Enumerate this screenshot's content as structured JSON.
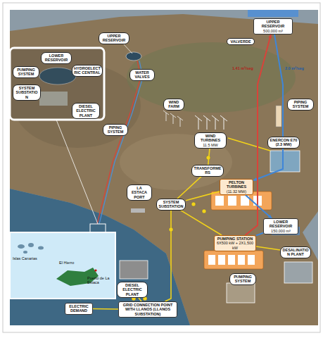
{
  "diagram": {
    "nodes": [
      {
        "text": [
          "UPPER RESERVOIR"
        ]
      },
      {
        "text": [
          "VALVERDE"
        ]
      },
      {
        "text": [
          "LOWER RESERVOIR"
        ]
      },
      {
        "text": [
          "PUMPING SYSTEM"
        ]
      },
      {
        "text": [
          "HYDROELECTRIC CENTRAL"
        ]
      },
      {
        "text": [
          "SYSTEM SUBSTATION"
        ]
      },
      {
        "text": [
          "DIESEL ELECTRIC PLANT"
        ]
      },
      {
        "text": [
          "WATER VALVES"
        ]
      },
      {
        "text": [
          "WIND FARM"
        ]
      },
      {
        "text": [
          "UPPER RESERVOIR",
          "500,000 m³"
        ]
      },
      {
        "text": [
          "PIPING SYSTEM"
        ]
      },
      {
        "text": [
          "PIPING SYSTEM"
        ]
      },
      {
        "text": [
          "WIND TURBINES",
          "11.5 MW"
        ]
      },
      {
        "text": [
          "ENERCON E70 (2.3 MW)"
        ]
      },
      {
        "text": [
          "TRANSFORMERS"
        ]
      },
      {
        "text": [
          "PELTON TURBINES",
          "(11.32 MW)"
        ]
      },
      {
        "text": [
          "SYSTEM SUBSTATION"
        ]
      },
      {
        "text": [
          "LA ESTACA PORT"
        ]
      },
      {
        "text": [
          "LOWER RESERVOIR",
          "150,000 m³"
        ]
      },
      {
        "text": [
          "PUMPING STATION",
          "6X500 kW + 2X1,500 kW"
        ]
      },
      {
        "text": [
          "DESALINATION PLANT"
        ]
      },
      {
        "text": [
          "PUMPING SYSTEM"
        ]
      },
      {
        "text": [
          "DIESEL ELECTRIC PLANT"
        ]
      },
      {
        "text": [
          "ELECTRIC DEMAND"
        ]
      },
      {
        "text": [
          "GRID CONNECTION POINT WITH LLANOS (LLANOS SUBSTATION)"
        ]
      }
    ],
    "edges": [
      {
        "from": 9,
        "to": 15,
        "label": "2.0 m³/seg",
        "arrow": "to"
      },
      {
        "from": 19,
        "to": 9,
        "label": "1.41 m³/seg",
        "arrow": "to"
      },
      {
        "from": 15,
        "to": 18,
        "arrow": "to"
      },
      {
        "from": 18,
        "to": 19,
        "arrow": "none"
      },
      {
        "from": 12,
        "to": 14,
        "arrow": "none"
      },
      {
        "from": 14,
        "to": 16,
        "arrow": "none"
      },
      {
        "from": 15,
        "to": 16,
        "arrow": "none"
      },
      {
        "from": 16,
        "to": 19,
        "arrow": "none"
      },
      {
        "from": 19,
        "to": 20,
        "arrow": "none"
      },
      {
        "from": 16,
        "to": 24,
        "arrow": "none"
      },
      {
        "from": 22,
        "to": 24,
        "arrow": "none"
      },
      {
        "from": 24,
        "to": 23,
        "arrow": "none"
      }
    ],
    "labels": [
      "Islas Canarias",
      "El Hierro",
      "Puerto de La Estaca"
    ]
  }
}
